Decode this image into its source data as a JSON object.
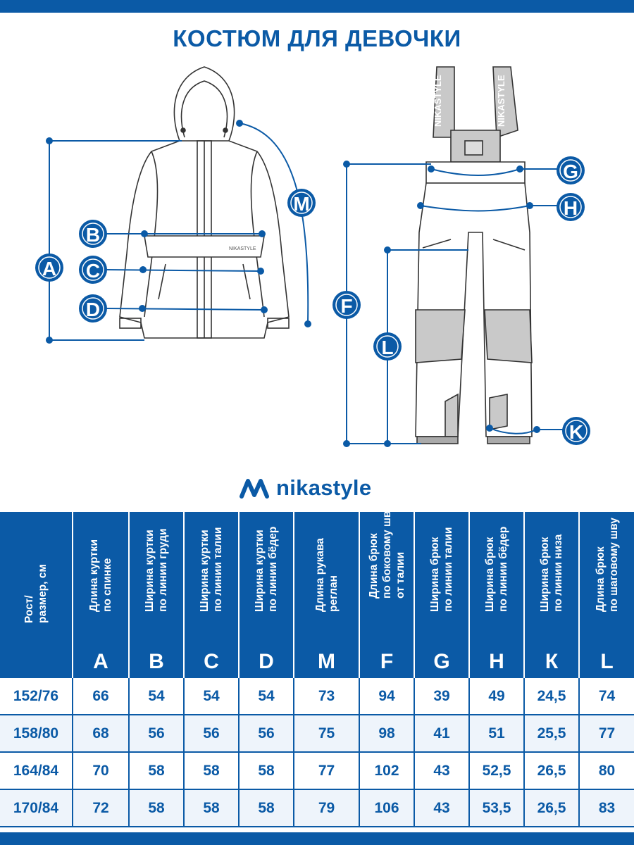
{
  "title": "КОСТЮМ ДЛЯ ДЕВОЧКИ",
  "brand": "nikastyle",
  "colors": {
    "accent": "#0b5aa6",
    "row_alt": "#eef4fb"
  },
  "diagram": {
    "jacket_labels": [
      "A",
      "B",
      "C",
      "D",
      "M"
    ],
    "pants_labels": [
      "G",
      "H",
      "F",
      "L",
      "K"
    ],
    "jacket_print": "NIKASTYLE",
    "strap_print": "NIKASTYLE"
  },
  "table": {
    "headers": [
      {
        "label": "Рост/\nразмер, см",
        "letter": ""
      },
      {
        "label": "Длина куртки\nпо спинке",
        "letter": "A"
      },
      {
        "label": "Ширина куртки\nпо линии груди",
        "letter": "B"
      },
      {
        "label": "Ширина куртки\nпо линии талии",
        "letter": "C"
      },
      {
        "label": "Ширина куртки\nпо линии бёдер",
        "letter": "D"
      },
      {
        "label": "Длина  рукава\nреглан",
        "letter": "M"
      },
      {
        "label": "Длина брюк\nпо боковому шву\nот талии",
        "letter": "F"
      },
      {
        "label": "Ширина брюк\nпо линии талии",
        "letter": "G"
      },
      {
        "label": "Ширина брюк\nпо линии бёдер",
        "letter": "H"
      },
      {
        "label": "Ширина брюк\nпо линии низа",
        "letter": "К"
      },
      {
        "label": "Длина брюк\nпо шаговому шву",
        "letter": "L"
      }
    ],
    "rows": [
      [
        "152/76",
        "66",
        "54",
        "54",
        "54",
        "73",
        "94",
        "39",
        "49",
        "24,5",
        "74"
      ],
      [
        "158/80",
        "68",
        "56",
        "56",
        "56",
        "75",
        "98",
        "41",
        "51",
        "25,5",
        "77"
      ],
      [
        "164/84",
        "70",
        "58",
        "58",
        "58",
        "77",
        "102",
        "43",
        "52,5",
        "26,5",
        "80"
      ],
      [
        "170/84",
        "72",
        "58",
        "58",
        "58",
        "79",
        "106",
        "43",
        "53,5",
        "26,5",
        "83"
      ]
    ]
  }
}
